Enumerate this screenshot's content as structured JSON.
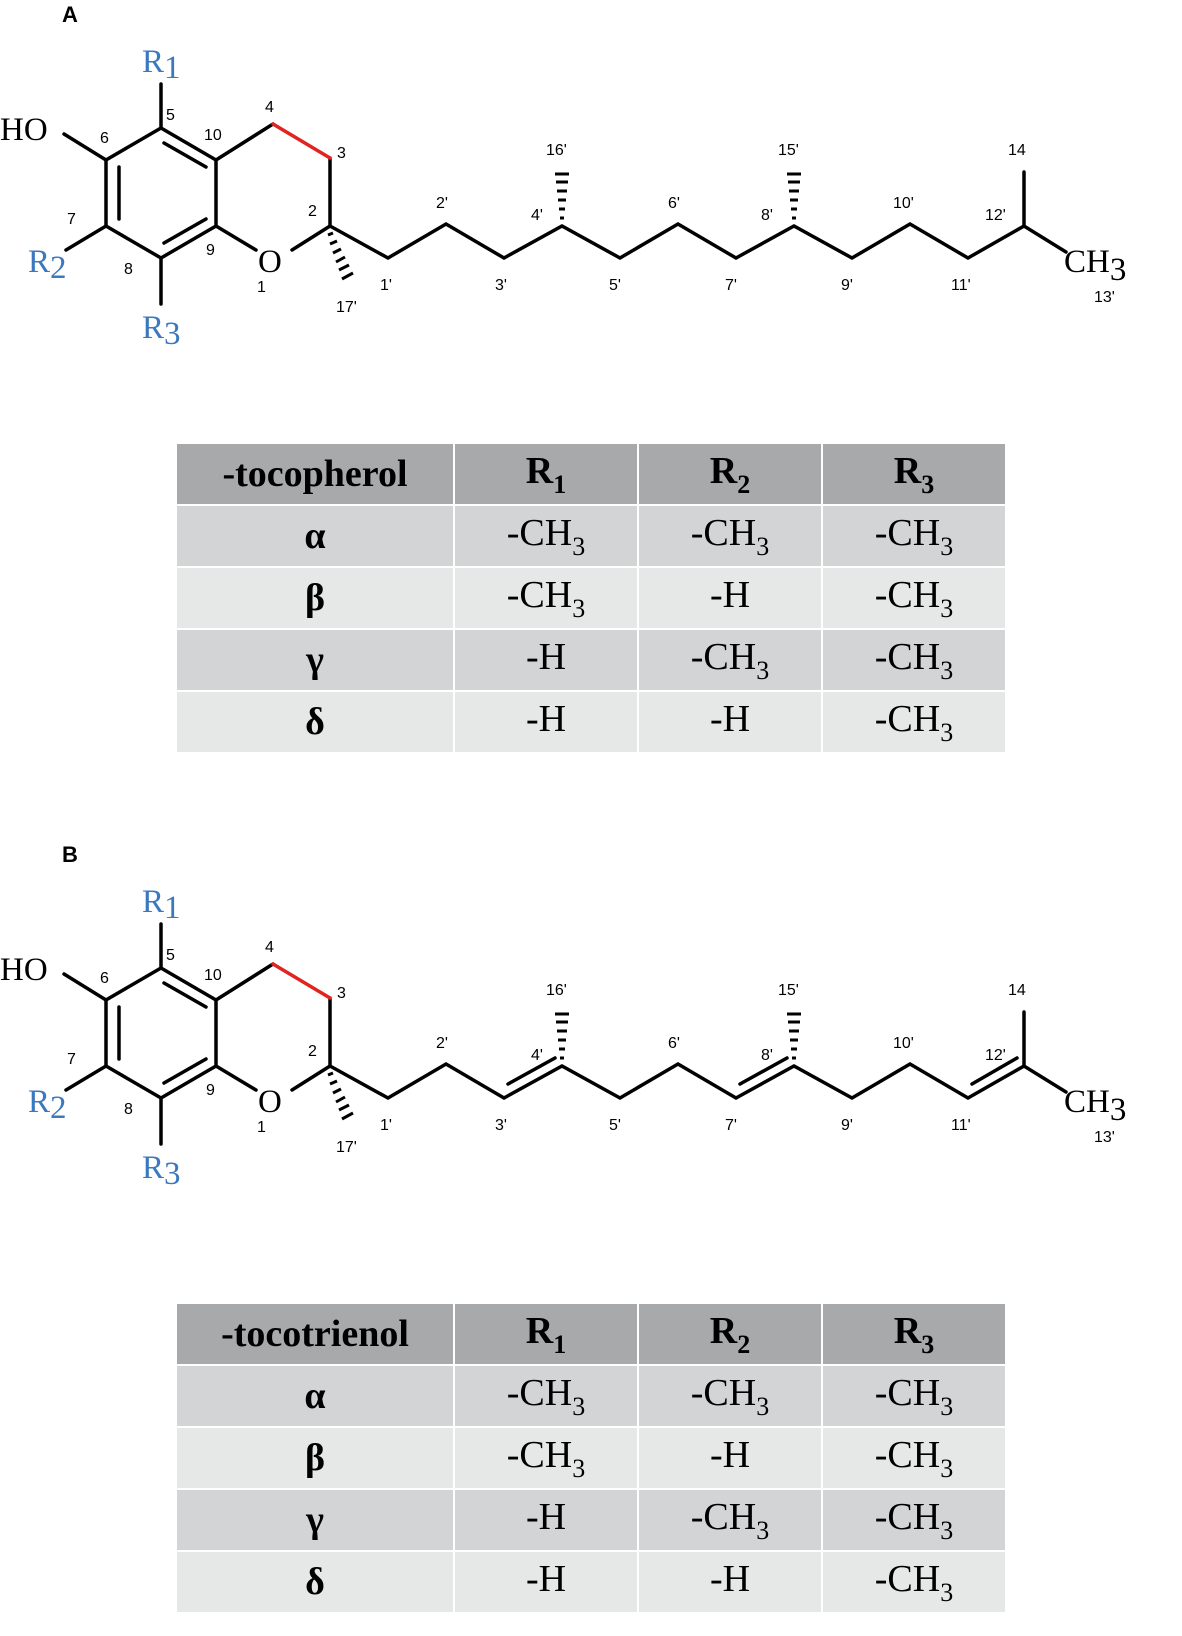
{
  "panels": [
    {
      "letter": "A",
      "labels": {
        "ho": "HO",
        "o": "O",
        "ch3": "CH",
        "ch3_sub": "3",
        "r1": "R",
        "r1_sub": "1",
        "r2": "R",
        "r2_sub": "2",
        "r3": "R",
        "r3_sub": "3",
        "n1": "1",
        "n2": "2",
        "n3": "3",
        "n4": "4",
        "n5": "5",
        "n6": "6",
        "n7": "7",
        "n8": "8",
        "n9": "9",
        "n10": "10",
        "n12": "12'",
        "n13": "13'",
        "n14": "14",
        "n15": "15'",
        "n16": "16'",
        "n17": "17'",
        "p1": "1'",
        "p2": "2'",
        "p3": "3'",
        "p4": "4'",
        "p5": "5'",
        "p6": "6'",
        "p7": "7'",
        "p8": "8'",
        "p9": "9'",
        "p10": "10'",
        "p11": "11'"
      },
      "table": {
        "header": {
          "name": "-tocopherol",
          "r1": "R",
          "r1_sub": "1",
          "r2": "R",
          "r2_sub": "2",
          "r3": "R",
          "r3_sub": "3"
        },
        "rows": [
          {
            "isomer": "α",
            "r1": "-CH",
            "r1_sub": "3",
            "r2": "-CH",
            "r2_sub": "3",
            "r3": "-CH",
            "r3_sub": "3"
          },
          {
            "isomer": "β",
            "r1": "-CH",
            "r1_sub": "3",
            "r2": "-H",
            "r2_sub": "",
            "r3": "-CH",
            "r3_sub": "3"
          },
          {
            "isomer": "γ",
            "r1": "-H",
            "r1_sub": "",
            "r2": "-CH",
            "r2_sub": "3",
            "r3": "-CH",
            "r3_sub": "3"
          },
          {
            "isomer": "δ",
            "r1": "-H",
            "r1_sub": "",
            "r2": "-H",
            "r2_sub": "",
            "r3": "-CH",
            "r3_sub": "3"
          }
        ]
      }
    },
    {
      "letter": "B",
      "labels": {
        "ho": "HO",
        "o": "O",
        "ch3": "CH",
        "ch3_sub": "3",
        "r1": "R",
        "r1_sub": "1",
        "r2": "R",
        "r2_sub": "2",
        "r3": "R",
        "r3_sub": "3",
        "n1": "1",
        "n2": "2",
        "n3": "3",
        "n4": "4",
        "n5": "5",
        "n6": "6",
        "n7": "7",
        "n8": "8",
        "n9": "9",
        "n10": "10",
        "n12": "12'",
        "n13": "13'",
        "n14": "14",
        "n15": "15'",
        "n16": "16'",
        "n17": "17'",
        "p1": "1'",
        "p2": "2'",
        "p3": "3'",
        "p4": "4'",
        "p5": "5'",
        "p6": "6'",
        "p7": "7'",
        "p8": "8'",
        "p9": "9'",
        "p10": "10'",
        "p11": "11'"
      },
      "table": {
        "header": {
          "name": "-tocotrienol",
          "r1": "R",
          "r1_sub": "1",
          "r2": "R",
          "r2_sub": "2",
          "r3": "R",
          "r3_sub": "3"
        },
        "rows": [
          {
            "isomer": "α",
            "r1": "-CH",
            "r1_sub": "3",
            "r2": "-CH",
            "r2_sub": "3",
            "r3": "-CH",
            "r3_sub": "3"
          },
          {
            "isomer": "β",
            "r1": "-CH",
            "r1_sub": "3",
            "r2": "-H",
            "r2_sub": "",
            "r3": "-CH",
            "r3_sub": "3"
          },
          {
            "isomer": "γ",
            "r1": "-H",
            "r1_sub": "",
            "r2": "-CH",
            "r2_sub": "3",
            "r3": "-CH",
            "r3_sub": "3"
          },
          {
            "isomer": "δ",
            "r1": "-H",
            "r1_sub": "",
            "r2": "-H",
            "r2_sub": "",
            "r3": "-CH",
            "r3_sub": "3"
          }
        ]
      }
    }
  ],
  "colors": {
    "bond": "#000000",
    "highlight_bond": "#e0241f",
    "r_group": "#3a78c0",
    "header_bg": "#a7a9ab",
    "row_dark": "#d3d4d5",
    "row_light": "#e6e7e7"
  }
}
